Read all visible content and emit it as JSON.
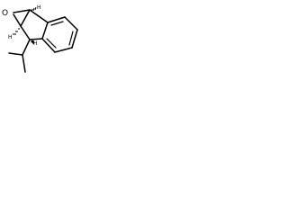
{
  "structure": {
    "atoms": {
      "oxygen": "O",
      "h_top": "H",
      "h_left": "H",
      "h_isopropyl_carbon": "H"
    },
    "colors": {
      "bond": "#000000",
      "background": "#ffffff"
    },
    "features": [
      "epoxide-ring",
      "fused-benzene-ring",
      "cyclopentane-ring",
      "isopropyl-group",
      "stereo-hashed-bonds"
    ]
  }
}
